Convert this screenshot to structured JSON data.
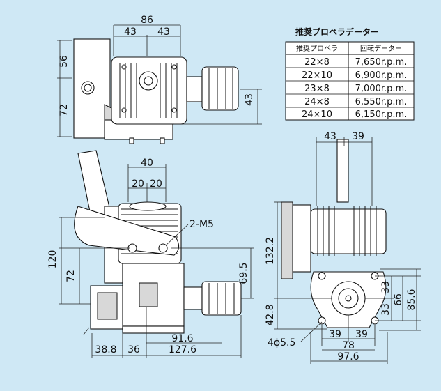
{
  "dims": {
    "top_overall": "86",
    "top_left": "43",
    "top_right": "43",
    "top_h56": "56",
    "top_h72": "72",
    "top_r43": "43",
    "side_40": "40",
    "side_20a": "20",
    "side_20b": "20",
    "side_m5": "2-M5",
    "side_120": "120",
    "side_72": "72",
    "side_69_5": "69.5",
    "side_91_6": "91.6",
    "side_38_8": "38.8",
    "side_36": "36",
    "side_127_6": "127.6",
    "front_43": "43",
    "front_39": "39",
    "front_132_2": "132.2",
    "front_33a": "33",
    "front_33b": "33",
    "front_66": "66",
    "front_85_6": "85.6",
    "front_42_8": "42.8",
    "front_4phi": "4ϕ5.5",
    "front_39a": "39",
    "front_39b": "39",
    "front_78": "78",
    "front_97_6": "97.6"
  },
  "table": {
    "title": "推奨プロペラデーター",
    "headers": [
      "推奨プロペラ",
      "回転データー"
    ],
    "rows": [
      [
        "22×8",
        "7,650r.p.m."
      ],
      [
        "22×10",
        "6,900r.p.m."
      ],
      [
        "23×8",
        "7,000r.p.m."
      ],
      [
        "24×8",
        "6,550r.p.m."
      ],
      [
        "24×10",
        "6,150r.p.m."
      ]
    ]
  },
  "colors": {
    "background": "#cfe8f5",
    "line": "#111111",
    "fill": "#ffffff"
  }
}
